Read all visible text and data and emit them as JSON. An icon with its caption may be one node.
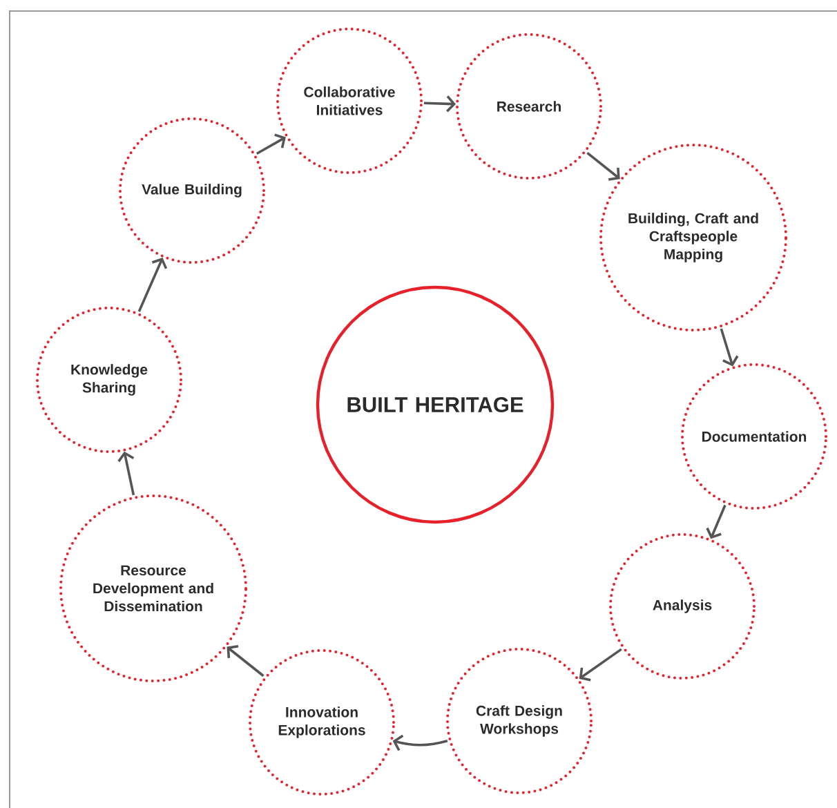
{
  "diagram": {
    "nodes": [
      {
        "text": [
          "BUILT HERITAGE"
        ]
      },
      {
        "text": [
          "Research"
        ]
      },
      {
        "text": [
          "Building, Craft and Craftspeople Mapping"
        ]
      },
      {
        "text": [
          "Documentation"
        ]
      },
      {
        "text": [
          "Analysis"
        ]
      },
      {
        "text": [
          "Craft Design Workshops"
        ]
      },
      {
        "text": [
          "Innovation Explorations"
        ]
      },
      {
        "text": [
          "Resource Development and Dissemination"
        ]
      },
      {
        "text": [
          "Knowledge Sharing"
        ]
      },
      {
        "text": [
          "Value Building"
        ]
      },
      {
        "text": [
          "Collaborative Initiatives"
        ]
      }
    ],
    "edges": [
      {
        "from": 1,
        "to": 2,
        "arrow": "to"
      },
      {
        "from": 2,
        "to": 3,
        "arrow": "to"
      },
      {
        "from": 3,
        "to": 4,
        "arrow": "to"
      },
      {
        "from": 4,
        "to": 5,
        "arrow": "to"
      },
      {
        "from": 5,
        "to": 6,
        "arrow": "to"
      },
      {
        "from": 6,
        "to": 7,
        "arrow": "to"
      },
      {
        "from": 7,
        "to": 8,
        "arrow": "to"
      },
      {
        "from": 8,
        "to": 9,
        "arrow": "to"
      },
      {
        "from": 9,
        "to": 10,
        "arrow": "to"
      },
      {
        "from": 10,
        "to": 1,
        "arrow": "to"
      }
    ]
  }
}
